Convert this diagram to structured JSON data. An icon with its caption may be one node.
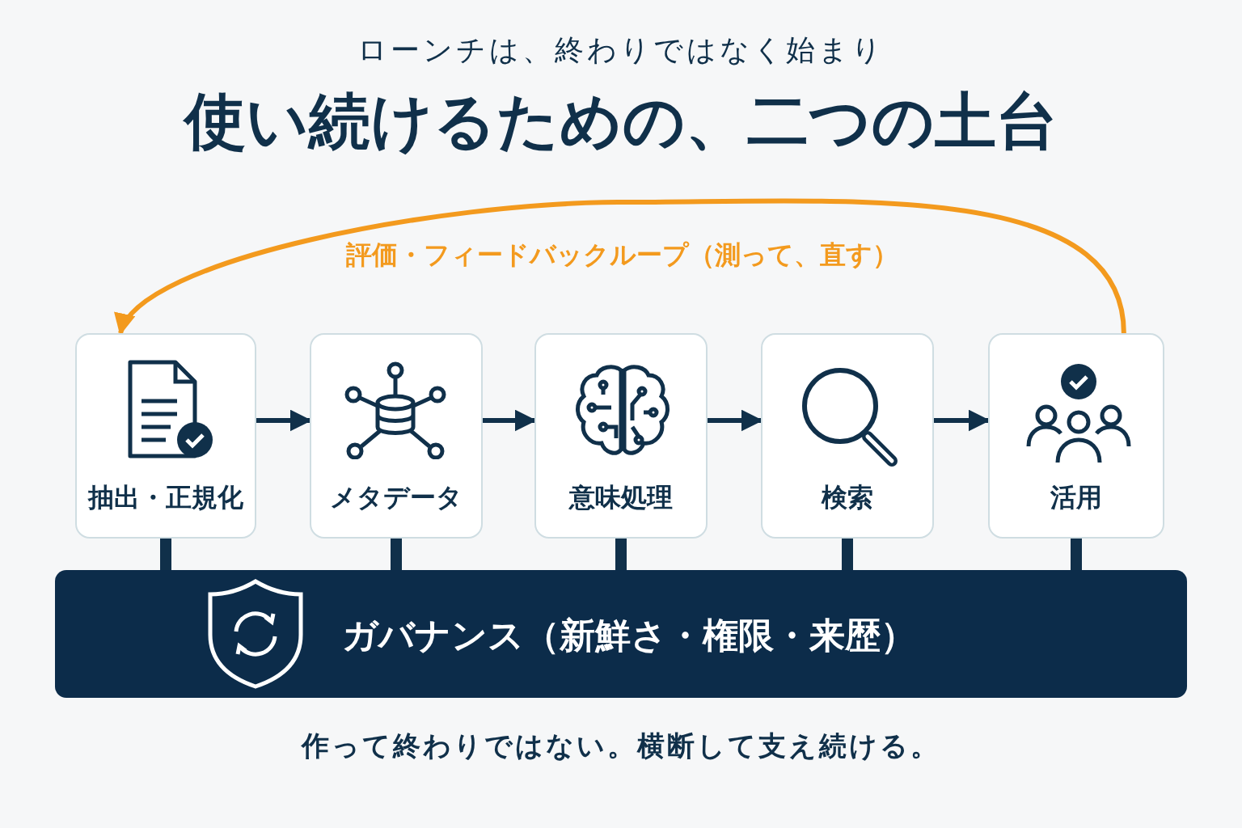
{
  "diagram": {
    "title": "使い続けるための、二つの土台",
    "caption": "作って終わりではない。横断して支え続ける。",
    "nodes": [
      {
        "text": [
          "抽出・正規化"
        ]
      },
      {
        "text": [
          "メタデータ"
        ]
      },
      {
        "text": [
          "意味処理"
        ]
      },
      {
        "text": [
          "検索"
        ]
      },
      {
        "text": [
          "活用"
        ]
      },
      {
        "text": [
          "ガバナンス（新鮮さ・権限・来歴）"
        ]
      }
    ],
    "edges": [
      {
        "from": 0,
        "to": 1,
        "arrow": "to"
      },
      {
        "from": 1,
        "to": 2,
        "arrow": "to"
      },
      {
        "from": 2,
        "to": 3,
        "arrow": "to"
      },
      {
        "from": 3,
        "to": 4,
        "arrow": "to"
      },
      {
        "from": 4,
        "to": 0,
        "arrow": "to",
        "label": "評価・フィードバックループ（測って、直す）",
        "color": "#f39a1e"
      },
      {
        "from": 0,
        "to": 5,
        "arrow": "none",
        "style": "thick"
      },
      {
        "from": 1,
        "to": 5,
        "arrow": "none",
        "style": "thick"
      },
      {
        "from": 2,
        "to": 5,
        "arrow": "none",
        "style": "thick"
      },
      {
        "from": 3,
        "to": 5,
        "arrow": "none",
        "style": "thick"
      },
      {
        "from": 4,
        "to": 5,
        "arrow": "none",
        "style": "thick"
      }
    ],
    "labels": [
      "ローンチは、終わりではなく始まり"
    ]
  }
}
